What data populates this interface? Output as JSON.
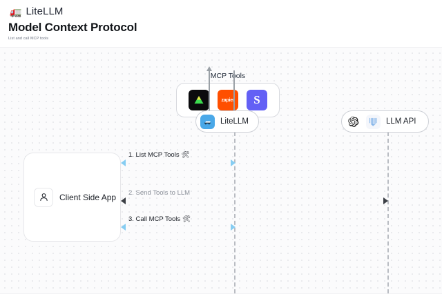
{
  "header": {
    "brand_logo_icon": "truck-icon",
    "brand_name": "LiteLLM",
    "title": "Model Context Protocol",
    "subtitle": "List and call MCP tools"
  },
  "canvas": {
    "mcp_group": {
      "label": "MCP Tools",
      "tools": [
        {
          "name": "tool-icon-triangle",
          "text": "",
          "style": "dark"
        },
        {
          "name": "tool-icon-zapier",
          "text": "zapier",
          "style": "orange"
        },
        {
          "name": "tool-icon-slack",
          "text": "S",
          "style": "purple"
        }
      ]
    },
    "vertical_arrows": [
      {
        "name": "arrow-litellm-to-mcp",
        "direction": "up"
      },
      {
        "name": "arrow-mcp-to-litellm",
        "direction": "down"
      }
    ],
    "nodes": [
      {
        "name": "node-litellm",
        "label": "LiteLLM",
        "icons": [
          "litellm-logo-icon"
        ]
      },
      {
        "name": "node-llm-api",
        "label": "LLM API",
        "icons": [
          "openai-logo-icon",
          "anthropic-logo-icon"
        ]
      }
    ],
    "client": {
      "label": "Client Side App",
      "icon": "user-icon"
    },
    "messages": [
      {
        "name": "message-list-mcp-tools",
        "label": "1. List MCP Tools 🛠",
        "style": "blue",
        "direction": "both"
      },
      {
        "name": "message-send-tools-to-llm",
        "label": "2. Send Tools to LLM",
        "style": "dark",
        "direction": "both"
      },
      {
        "name": "message-call-mcp-tools",
        "label": "3. Call MCP Tools 🛠",
        "style": "blue",
        "direction": "both"
      }
    ]
  },
  "colors": {
    "accent_blue": "#86cdf2",
    "dark_arrow": "#3c3f45",
    "zapier_orange": "#ff4f00",
    "slack_purple": "#6360f5",
    "litellm_blue": "#4aa8e8"
  }
}
